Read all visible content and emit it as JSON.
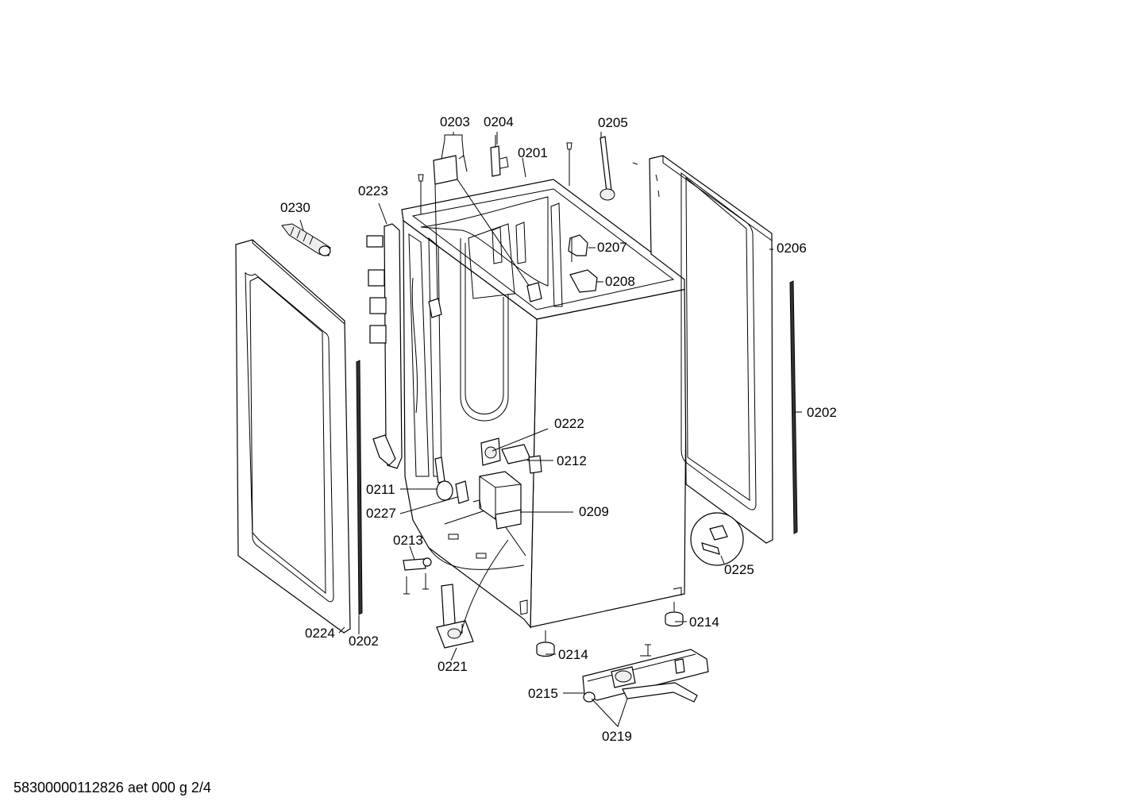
{
  "drawing": {
    "reference": "58300000112826 aet 000 g 2/4",
    "callouts": {
      "c0201": "0201",
      "c0202a": "0202",
      "c0202b": "0202",
      "c0203": "0203",
      "c0204": "0204",
      "c0205": "0205",
      "c0206": "0206",
      "c0207": "0207",
      "c0208": "0208",
      "c0209": "0209",
      "c0211": "0211",
      "c0212": "0212",
      "c0213": "0213",
      "c0214a": "0214",
      "c0214b": "0214",
      "c0215": "0215",
      "c0219": "0219",
      "c0221": "0221",
      "c0222": "0222",
      "c0223": "0223",
      "c0224": "0224",
      "c0225": "0225",
      "c0227": "0227",
      "c0230": "0230"
    }
  }
}
